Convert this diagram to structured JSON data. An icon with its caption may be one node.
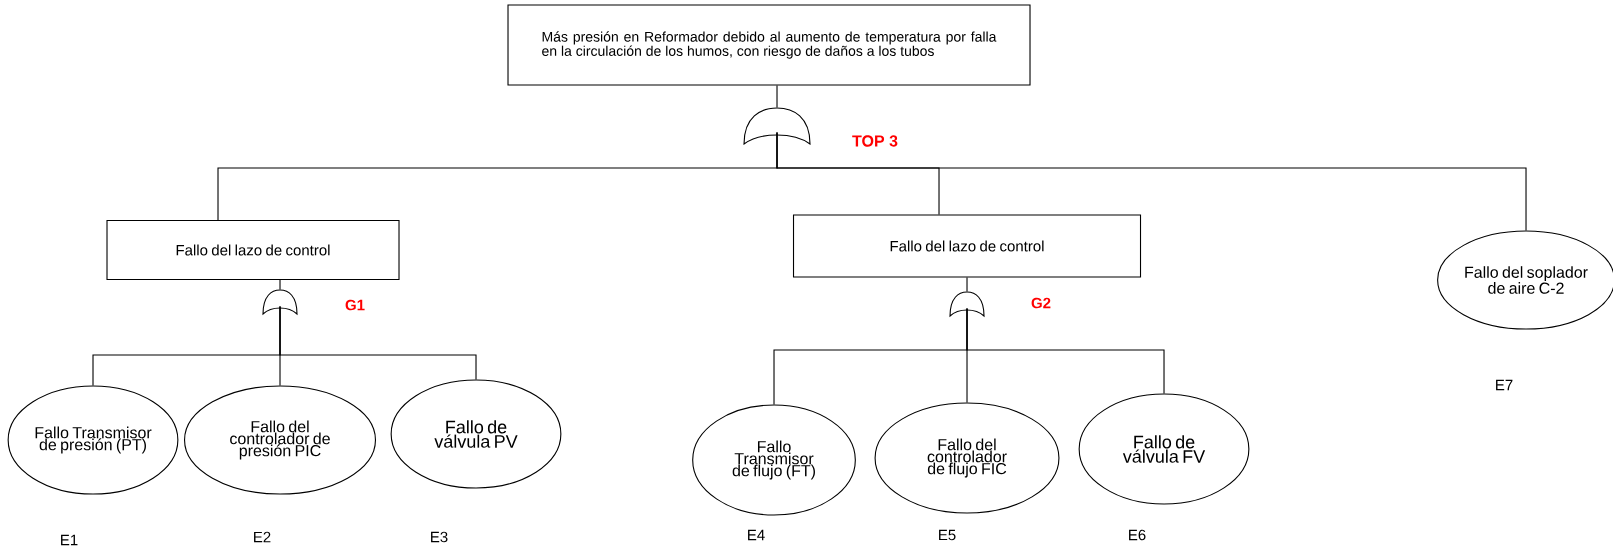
{
  "diagram": {
    "nodes": [
      {
        "text": [
          "Más presión en Reformador debido al aumento de temperatura por falla en la circulación de los humos, con riesgo de daños a los tubos"
        ]
      },
      {
        "text": [],
        "shape": "gate"
      },
      {
        "text": [
          "Fallo del lazo de control"
        ]
      },
      {
        "text": [
          "Fallo del lazo de control"
        ]
      },
      {
        "text": [
          "Fallo del soplador de aire C-2"
        ],
        "beside": [
          "E7"
        ]
      },
      {
        "text": [],
        "shape": "gate"
      },
      {
        "text": [],
        "shape": "gate"
      },
      {
        "text": [
          "Fallo Transmisor de presión (PT)"
        ],
        "beside": [
          "E1"
        ]
      },
      {
        "text": [
          "Fallo del controlador de presión PIC"
        ],
        "beside": [
          "E2"
        ]
      },
      {
        "text": [
          "Fallo de válvula PV"
        ],
        "beside": [
          "E3"
        ]
      },
      {
        "text": [
          "Fallo Transmisor de flujo (FT)"
        ],
        "beside": [
          "E4"
        ]
      },
      {
        "text": [
          "Fallo del controlador de flujo FIC"
        ],
        "beside": [
          "E5"
        ]
      },
      {
        "text": [
          "Fallo de válvula FV"
        ],
        "beside": [
          "E6"
        ]
      }
    ],
    "edges": [
      {
        "from": 0,
        "to": 1,
        "arrow": "none"
      },
      {
        "from": 1,
        "to": 2,
        "arrow": "none"
      },
      {
        "from": 1,
        "to": 3,
        "arrow": "none"
      },
      {
        "from": 1,
        "to": 4,
        "arrow": "none"
      },
      {
        "from": 2,
        "to": 5,
        "arrow": "none"
      },
      {
        "from": 3,
        "to": 6,
        "arrow": "none"
      },
      {
        "from": 5,
        "to": 7,
        "arrow": "none"
      },
      {
        "from": 5,
        "to": 8,
        "arrow": "none"
      },
      {
        "from": 5,
        "to": 9,
        "arrow": "none"
      },
      {
        "from": 6,
        "to": 10,
        "arrow": "none"
      },
      {
        "from": 6,
        "to": 11,
        "arrow": "none"
      },
      {
        "from": 6,
        "to": 12,
        "arrow": "none"
      }
    ],
    "labels": [
      "TOP 3",
      "G1",
      "G2"
    ]
  }
}
